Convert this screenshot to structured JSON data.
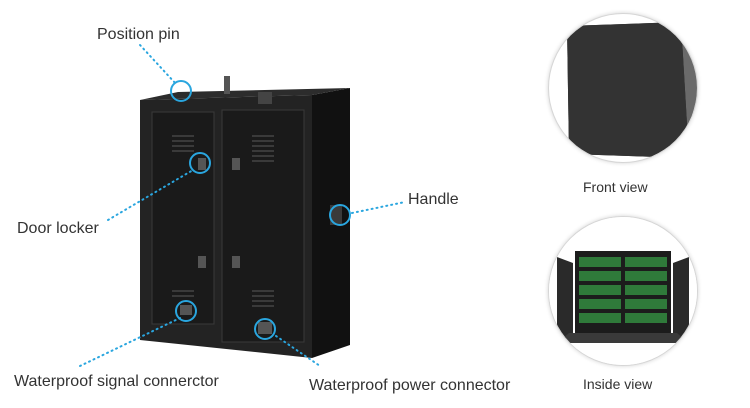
{
  "labels": {
    "position_pin": "Position pin",
    "door_locker": "Door locker",
    "handle": "Handle",
    "waterproof_signal": "Waterproof signal connerctor",
    "waterproof_power": "Waterproof power connector"
  },
  "views": {
    "front": "Front view",
    "inside": "Inside view"
  },
  "colors": {
    "callout": "#2aa6df",
    "cabinet": "#1e1e1e",
    "text": "#333333"
  }
}
